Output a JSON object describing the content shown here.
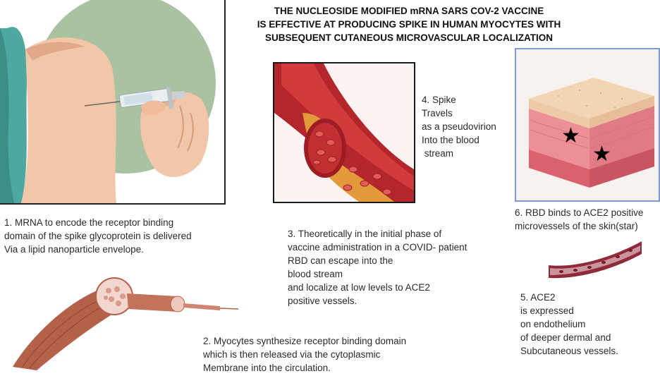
{
  "title": {
    "line1": "THE NUCLEOSIDE MODIFIED mRNA SARS COV-2 VACCINE",
    "line2": "IS EFFECTIVE AT PRODUCING SPIKE IN HUMAN MYOCYTES WITH",
    "line3": "SUBSEQUENT CUTANEOUS MICROVASCULAR LOCALIZATION"
  },
  "step1": [
    "1.  MRNA to encode the receptor binding",
    "domain of the spike glycoprotein is delivered",
    "Via a lipid nanoparticle envelope."
  ],
  "step2": [
    "2. Myocytes synthesize  receptor binding domain",
    "which is then released via the cytoplasmic",
    "Membrane into the circulation."
  ],
  "step3": [
    "3. Theoretically in the initial phase of",
    "vaccine administration in a COVID- patient",
    "RBD can escape into the",
    "blood stream",
    "and localize at low levels to ACE2",
    "positive  vessels."
  ],
  "step4": [
    "4. Spike",
    "Travels",
    "as a pseudovirion",
    "Into the  blood",
    " stream"
  ],
  "step5": [
    "5. ACE2",
    "is expressed",
    "on endothelium",
    "of deeper dermal and",
    "Subcutaneous vessels."
  ],
  "step6": [
    "6. RBD binds to ACE2 positive",
    "microvessels of the skin(star)"
  ],
  "illustrations": {
    "injection": "arm-injection-illustration",
    "vessel": "blood-vessel-cross-section",
    "skin": "skin-layers-illustration",
    "muscle": "muscle-fiber-bundle-illustration",
    "microvessel": "microvessel-illustration",
    "star_icon": "star-icon"
  },
  "colors": {
    "circle_bg": "#a9c2a2",
    "skin_tone": "#f2c6a8",
    "blood_red": "#b3262b",
    "vessel_wall": "#e39a3a",
    "skin_pink": "#ec8f96",
    "muscle": "#b4614a",
    "skin_box_border": "#7e9ad1"
  }
}
